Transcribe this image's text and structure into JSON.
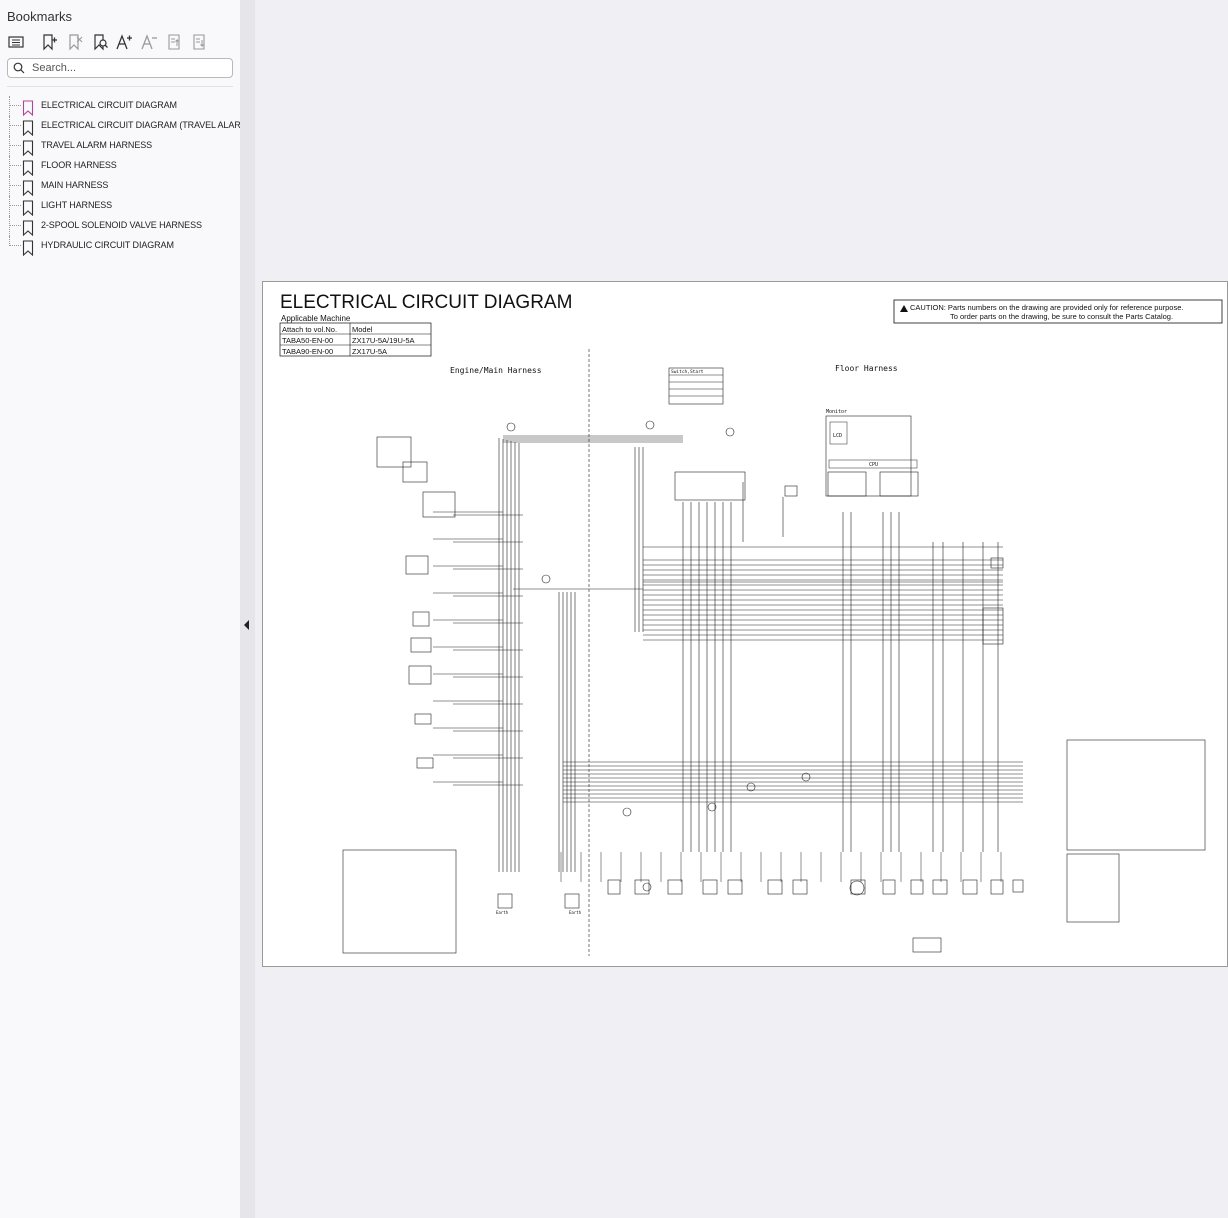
{
  "sidebar": {
    "title": "Bookmarks",
    "search": {
      "placeholder": "Search..."
    },
    "toolbar": [
      {
        "name": "expand-collapse-icon"
      },
      {
        "name": "add-bookmark-icon"
      },
      {
        "name": "delete-bookmark-icon"
      },
      {
        "name": "find-bookmark-icon"
      },
      {
        "name": "increase-text-size-icon"
      },
      {
        "name": "decrease-text-size-icon"
      },
      {
        "name": "expand-bookmark-icon"
      },
      {
        "name": "collapse-bookmark-icon"
      }
    ],
    "bookmarks": [
      {
        "label": "ELECTRICAL CIRCUIT DIAGRAM",
        "active": true
      },
      {
        "label": "ELECTRICAL CIRCUIT DIAGRAM (TRAVEL ALARM)",
        "active": false
      },
      {
        "label": "TRAVEL ALARM HARNESS",
        "active": false
      },
      {
        "label": "FLOOR HARNESS",
        "active": false
      },
      {
        "label": "MAIN HARNESS",
        "active": false
      },
      {
        "label": "LIGHT HARNESS",
        "active": false
      },
      {
        "label": "2-SPOOL SOLENOID VALVE HARNESS",
        "active": false
      },
      {
        "label": "HYDRAULIC CIRCUIT DIAGRAM",
        "active": false
      }
    ]
  },
  "colors": {
    "active_bookmark": "#b3449a",
    "bookmark_icon": "#333333",
    "page_border": "#9a9a9a"
  },
  "document": {
    "title": "ELECTRICAL CIRCUIT DIAGRAM",
    "applicable": "Applicable Machine",
    "table": {
      "headers": [
        "Attach to vol.No.",
        "Model"
      ],
      "rows": [
        [
          "TABA50-EN-00",
          "ZX17U-5A/19U-5A"
        ],
        [
          "TABA90-EN-00",
          "ZX17U-5A"
        ]
      ]
    },
    "caution_line1": "CAUTION: Parts numbers on the drawing are provided only for reference purpose.",
    "caution_line2": "To order parts on the drawing, be sure to consult the Parts Catalog.",
    "section_engine": "Engine/Main Harness",
    "section_floor": "Floor Harness",
    "monitor": "Monitor",
    "lcd": "LCD",
    "cpu": "CPU",
    "switch_start": "Switch,Start",
    "earth": "Earth",
    "earth2": "Earth"
  }
}
